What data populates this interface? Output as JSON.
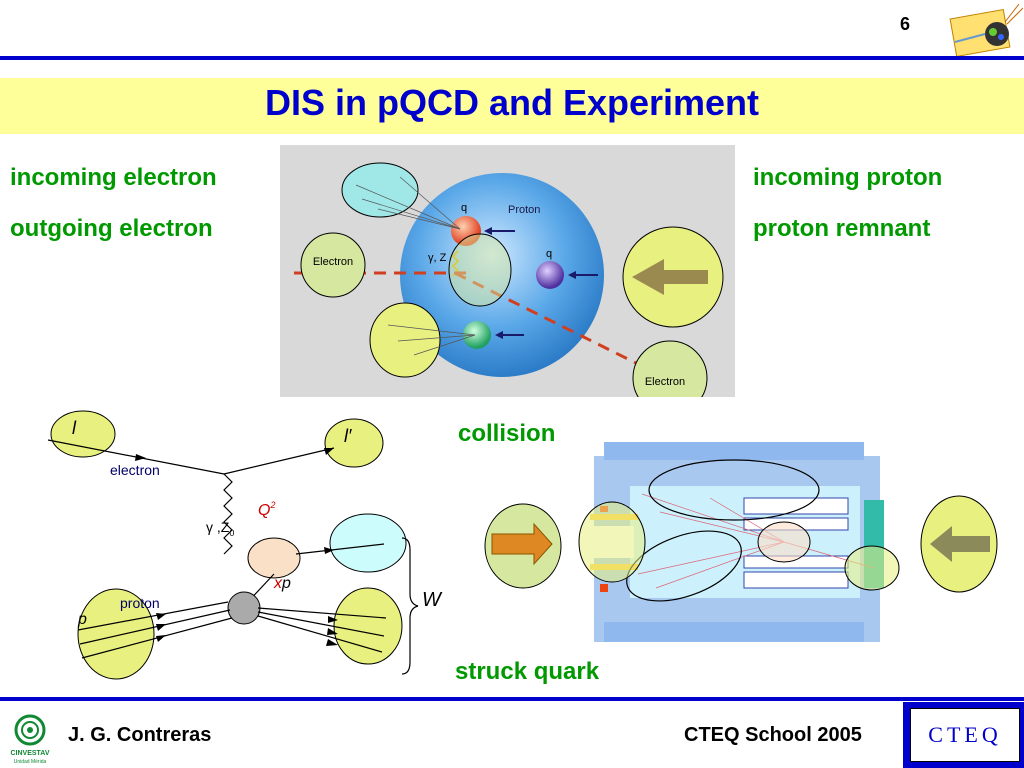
{
  "page_number": "6",
  "title": "DIS in pQCD and Experiment",
  "left_labels": [
    "incoming electron",
    "outgoing electron"
  ],
  "right_labels": [
    "incoming proton",
    "proton remnant"
  ],
  "center_labels": {
    "collision": "collision",
    "struck_quark": "struck quark"
  },
  "proton_diagram": {
    "q_top": "q",
    "proton": "Proton",
    "q_mid": "q",
    "gamma_z": "γ, Z",
    "electron_in": "Electron",
    "electron_out": "Electron"
  },
  "feynman": {
    "l_in": "l",
    "l_out": "l′",
    "electron": "electron",
    "q2": "Q",
    "q2_sup": "2",
    "gamma_z0": "γ ,Z",
    "gamma_z0_sub": "0",
    "proton": "proton",
    "p": "p",
    "xp_x": "x",
    "xp_p": "p",
    "w": "W"
  },
  "footer": {
    "author": "J. G. Contreras",
    "event": "CTEQ School 2005",
    "logo_text": "CTEQ",
    "cinvestav": "CINVESTAV",
    "cinvestav_sub": "Unidad Mérida"
  },
  "colors": {
    "accent_blue": "#0000cc",
    "title_bar": "#ffff99",
    "label_green": "#009900"
  }
}
